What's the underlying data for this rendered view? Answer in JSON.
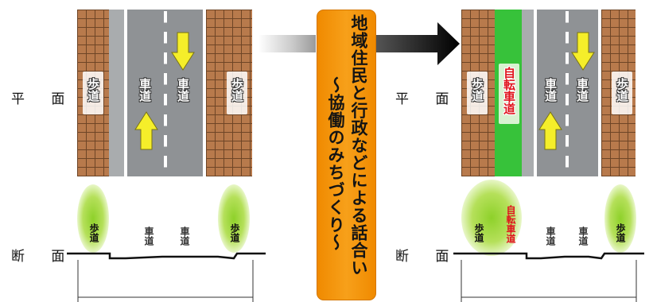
{
  "row_labels": {
    "plan": "平 面",
    "section": "断 面"
  },
  "before": {
    "plan": {
      "sidewalk_left": "歩道",
      "lane_left": "車道",
      "lane_right": "車道",
      "sidewalk_right": "歩道"
    },
    "section": {
      "sidewalk_left": "歩道",
      "lane_left": "車道",
      "lane_right": "車道",
      "sidewalk_right": "歩道"
    }
  },
  "process": {
    "line1": "地域住民と行政などによる話合い",
    "line2": "～協働のみちづくり～"
  },
  "after": {
    "plan": {
      "sidewalk_left": "歩道",
      "bike_lane": "自転車道",
      "lane_left": "車道",
      "lane_right": "車道",
      "sidewalk_right": "歩道"
    },
    "section": {
      "sidewalk_left": "歩道",
      "bike_lane": "自転車道",
      "lane_left": "車道",
      "lane_right": "車道",
      "sidewalk_right": "歩道"
    }
  },
  "colors": {
    "sidewalk": "#b87a4c",
    "roadway": "#8f9295",
    "bike_lane": "#37c23a",
    "arrow": "#f5ee2a",
    "process_box": "#f39400",
    "bike_text": "#e0141e"
  }
}
